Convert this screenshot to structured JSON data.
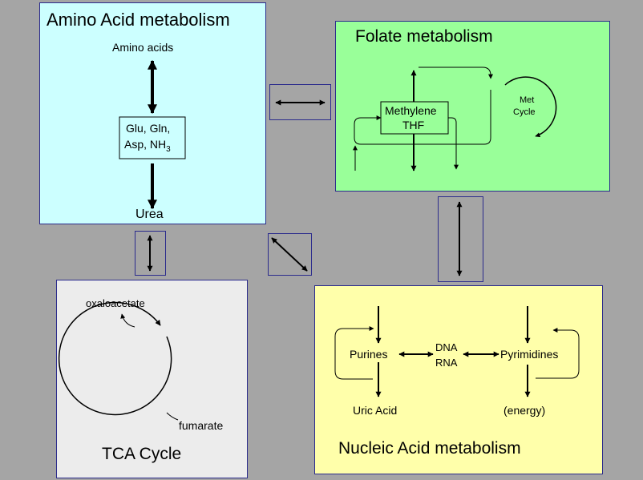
{
  "amino": {
    "title": "Amino Acid metabolism",
    "amino_acids": "Amino acids",
    "box_line1": "Glu, Gln,",
    "box_line2_prefix": "Asp, NH",
    "box_line2_sub": "3",
    "urea": "Urea"
  },
  "folate": {
    "title": "Folate metabolism",
    "box_line1": "Methylene",
    "box_line2": "THF",
    "met_line1": "Met",
    "met_line2": "Cycle"
  },
  "tca": {
    "oxaloacetate": "oxaloacetate",
    "fumarate": "fumarate",
    "title": "TCA Cycle"
  },
  "nucleic": {
    "purines": "Purines",
    "dna": "DNA",
    "rna": "RNA",
    "pyrimidines": "Pyrimidines",
    "uric_acid": "Uric Acid",
    "energy": "(energy)",
    "title": "Nucleic Acid metabolism"
  },
  "colors": {
    "background": "#a5a5a5",
    "amino_panel": "#ccffff",
    "folate_panel": "#99ff99",
    "tca_panel": "#ececec",
    "nucleic_panel": "#ffffaa",
    "border": "#2b2b8c"
  }
}
